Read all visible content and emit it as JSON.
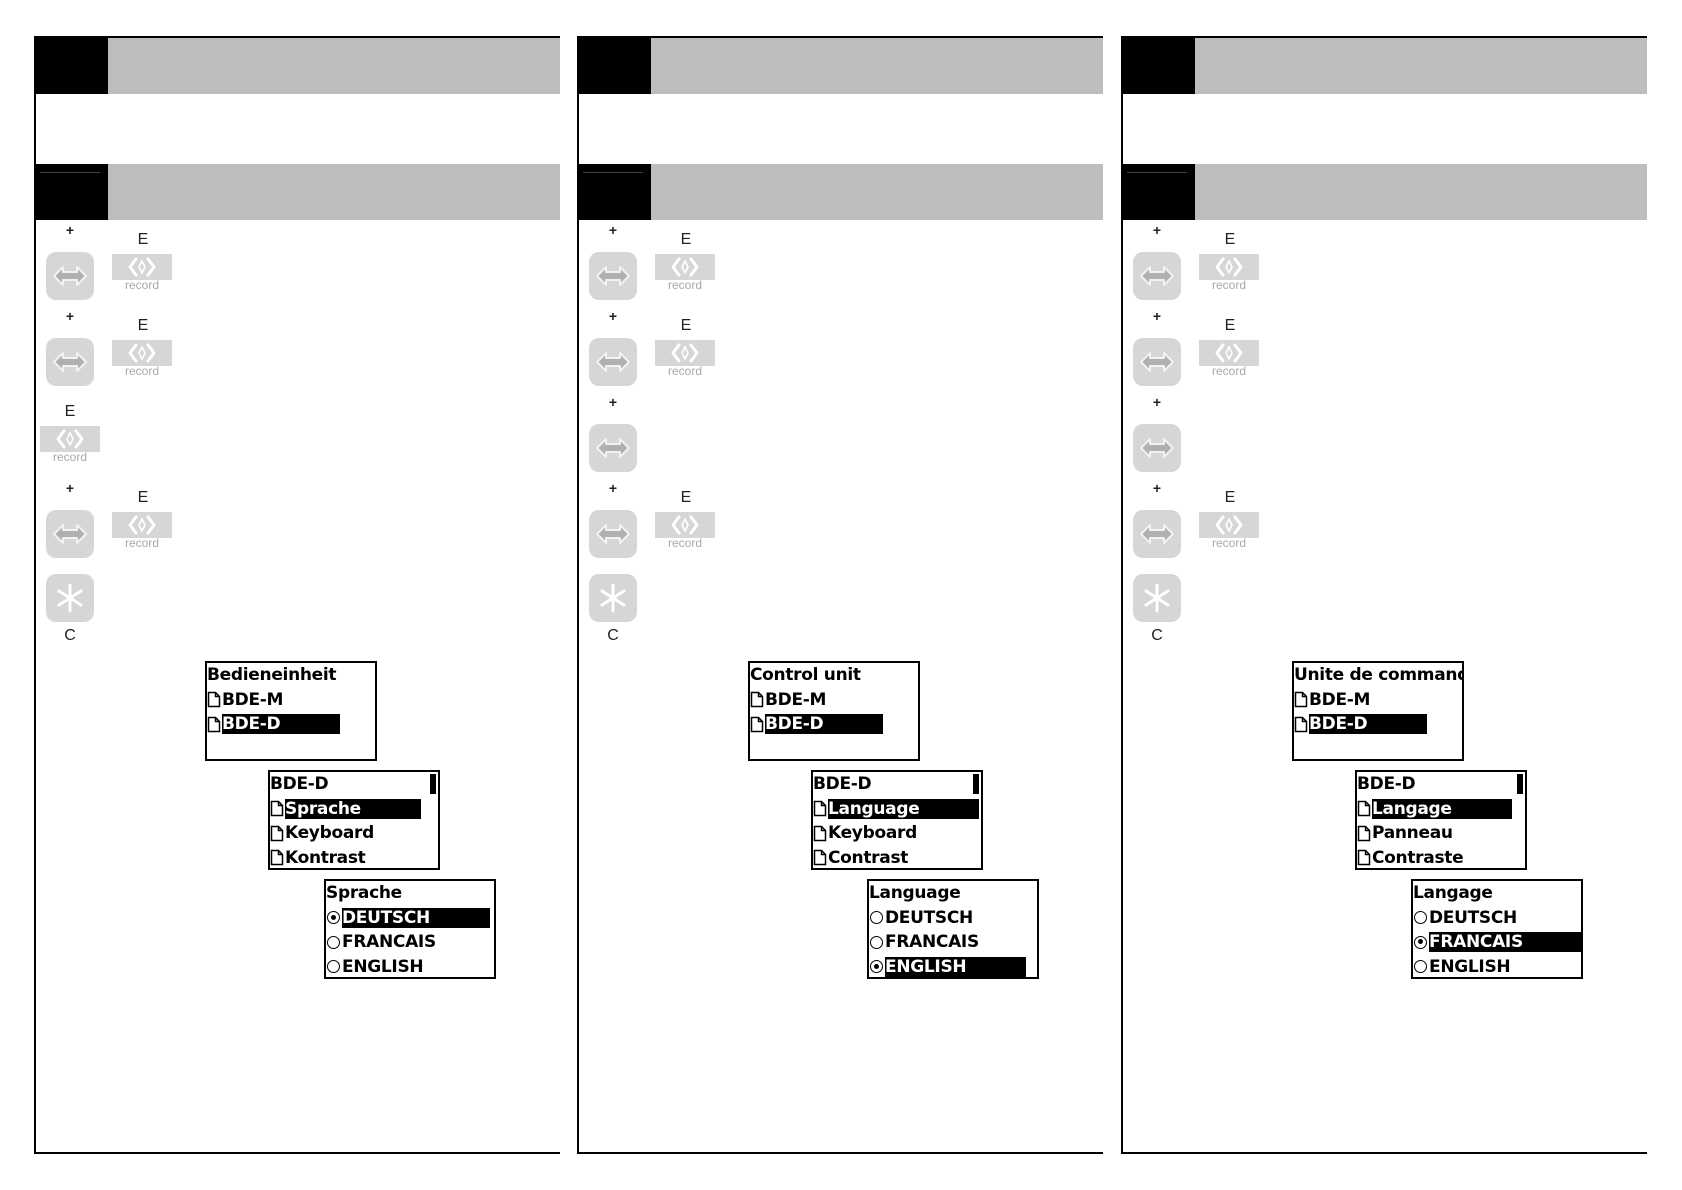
{
  "panels": [
    {
      "keys": {
        "plus": "+",
        "e": "E",
        "c": "C",
        "record": "record"
      },
      "screen1": {
        "title": "Bedieneinheit",
        "items": [
          "BDE-M",
          "BDE-D"
        ]
      },
      "screen2": {
        "title": "BDE-D",
        "items": [
          "Sprache",
          "Keyboard",
          "Kontrast"
        ]
      },
      "screen3": {
        "title": "Sprache",
        "options": [
          "DEUTSCH",
          "FRANCAIS",
          "ENGLISH"
        ],
        "selected": "DEUTSCH"
      }
    },
    {
      "keys": {
        "plus": "+",
        "e": "E",
        "c": "C",
        "record": "record"
      },
      "screen1": {
        "title": "Control unit",
        "items": [
          "BDE-M",
          "BDE-D"
        ]
      },
      "screen2": {
        "title": "BDE-D",
        "items": [
          "Language",
          "Keyboard",
          "Contrast"
        ]
      },
      "screen3": {
        "title": "Language",
        "options": [
          "DEUTSCH",
          "FRANCAIS",
          "ENGLISH"
        ],
        "selected": "ENGLISH"
      }
    },
    {
      "keys": {
        "plus": "+",
        "e": "E",
        "c": "C",
        "record": "record"
      },
      "screen1": {
        "title": "Unite de commande",
        "items": [
          "BDE-M",
          "BDE-D"
        ]
      },
      "screen2": {
        "title": "BDE-D",
        "items": [
          "Langage",
          "Panneau",
          "Contraste"
        ]
      },
      "screen3": {
        "title": "Langage",
        "options": [
          "DEUTSCH",
          "FRANCAIS",
          "ENGLISH"
        ],
        "selected": "FRANCAIS"
      }
    }
  ],
  "icons": {
    "arrow_button": "double-arrow-icon",
    "record_button": "record-icon",
    "escape_button": "asterisk-icon",
    "menu_item": "document-icon",
    "option": "radio-icon"
  },
  "colors": {
    "header_bar": "#bdbdbd",
    "header_tab": "#000000",
    "button": "#d6d6d6",
    "lcd_highlight": "#000000"
  }
}
